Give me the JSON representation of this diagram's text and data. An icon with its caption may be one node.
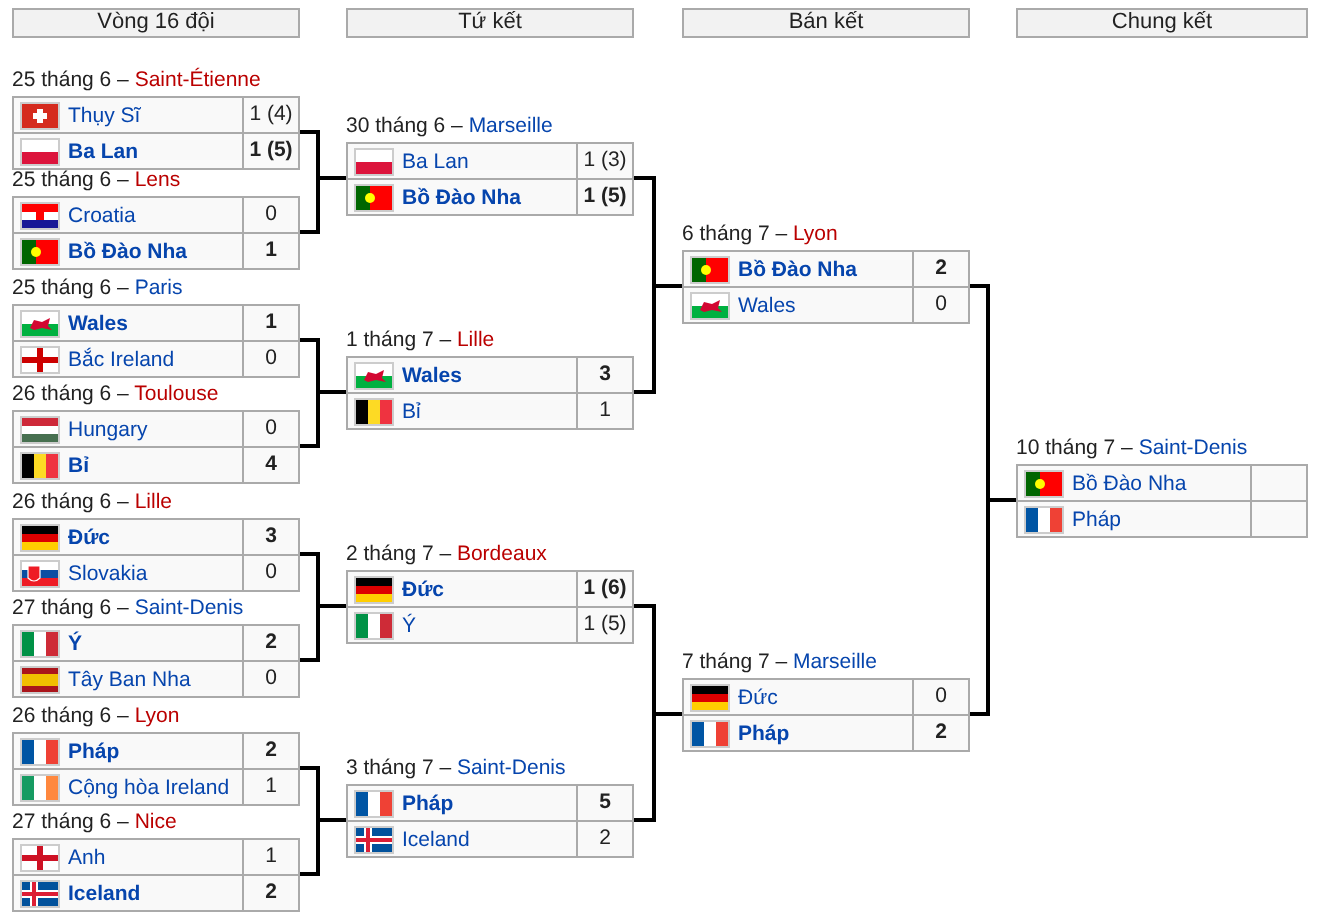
{
  "diagram": {
    "nodes": [
      {
        "text": [
          "Vòng 16 đội"
        ]
      },
      {
        "text": [
          "Tứ kết"
        ]
      },
      {
        "text": [
          "Bán kết"
        ]
      },
      {
        "text": [
          "Chung kết"
        ]
      },
      {
        "text": [
          "25 tháng 6 –",
          "Saint-Étienne",
          "Thụy Sĩ",
          "1 (4)",
          "Ba Lan",
          "1 (5)"
        ]
      },
      {
        "text": [
          "25 tháng 6 –",
          "Lens",
          "Croatia",
          "0",
          "Bồ Đào Nha",
          "1"
        ]
      },
      {
        "text": [
          "25 tháng 6 –",
          "Paris",
          "Wales",
          "1",
          "Bắc Ireland",
          "0"
        ]
      },
      {
        "text": [
          "26 tháng 6 –",
          "Toulouse",
          "Hungary",
          "0",
          "Bỉ",
          "4"
        ]
      },
      {
        "text": [
          "26 tháng 6 –",
          "Lille",
          "Đức",
          "3",
          "Slovakia",
          "0"
        ]
      },
      {
        "text": [
          "27 tháng 6 –",
          "Saint-Denis",
          "Ý",
          "2",
          "Tây Ban Nha",
          "0"
        ]
      },
      {
        "text": [
          "26 tháng 6 –",
          "Lyon",
          "Pháp",
          "2",
          "Cộng hòa Ireland",
          "1"
        ]
      },
      {
        "text": [
          "27 tháng 6 –",
          "Nice",
          "Anh",
          "1",
          "Iceland",
          "2"
        ]
      },
      {
        "text": [
          "30 tháng 6 –",
          "Marseille",
          "Ba Lan",
          "1 (3)",
          "Bồ Đào Nha",
          "1 (5)"
        ]
      },
      {
        "text": [
          "1 tháng 7 –",
          "Lille",
          "Wales",
          "3",
          "Bỉ",
          "1"
        ]
      },
      {
        "text": [
          "2 tháng 7 –",
          "Bordeaux",
          "Đức",
          "1 (6)",
          "Ý",
          "1 (5)"
        ]
      },
      {
        "text": [
          "3 tháng 7 –",
          "Saint-Denis",
          "Pháp",
          "5",
          "Iceland",
          "2"
        ]
      },
      {
        "text": [
          "6 tháng 7 –",
          "Lyon",
          "Bồ Đào Nha",
          "2",
          "Wales",
          "0"
        ]
      },
      {
        "text": [
          "7 tháng 7 –",
          "Marseille",
          "Đức",
          "0",
          "Pháp",
          "2"
        ]
      },
      {
        "text": [
          "10 tháng 7 –",
          "Saint-Denis",
          "Bồ Đào Nha",
          "Pháp"
        ]
      }
    ],
    "edges": [
      {
        "from": 4,
        "to": 12,
        "arrow": "none"
      },
      {
        "from": 5,
        "to": 12,
        "arrow": "none"
      },
      {
        "from": 6,
        "to": 13,
        "arrow": "none"
      },
      {
        "from": 7,
        "to": 13,
        "arrow": "none"
      },
      {
        "from": 8,
        "to": 14,
        "arrow": "none"
      },
      {
        "from": 9,
        "to": 14,
        "arrow": "none"
      },
      {
        "from": 10,
        "to": 15,
        "arrow": "none"
      },
      {
        "from": 11,
        "to": 15,
        "arrow": "none"
      },
      {
        "from": 12,
        "to": 16,
        "arrow": "none"
      },
      {
        "from": 13,
        "to": 16,
        "arrow": "none"
      },
      {
        "from": 14,
        "to": 17,
        "arrow": "none"
      },
      {
        "from": 15,
        "to": 17,
        "arrow": "none"
      },
      {
        "from": 16,
        "to": 18,
        "arrow": "none"
      },
      {
        "from": 17,
        "to": 18,
        "arrow": "none"
      }
    ]
  }
}
